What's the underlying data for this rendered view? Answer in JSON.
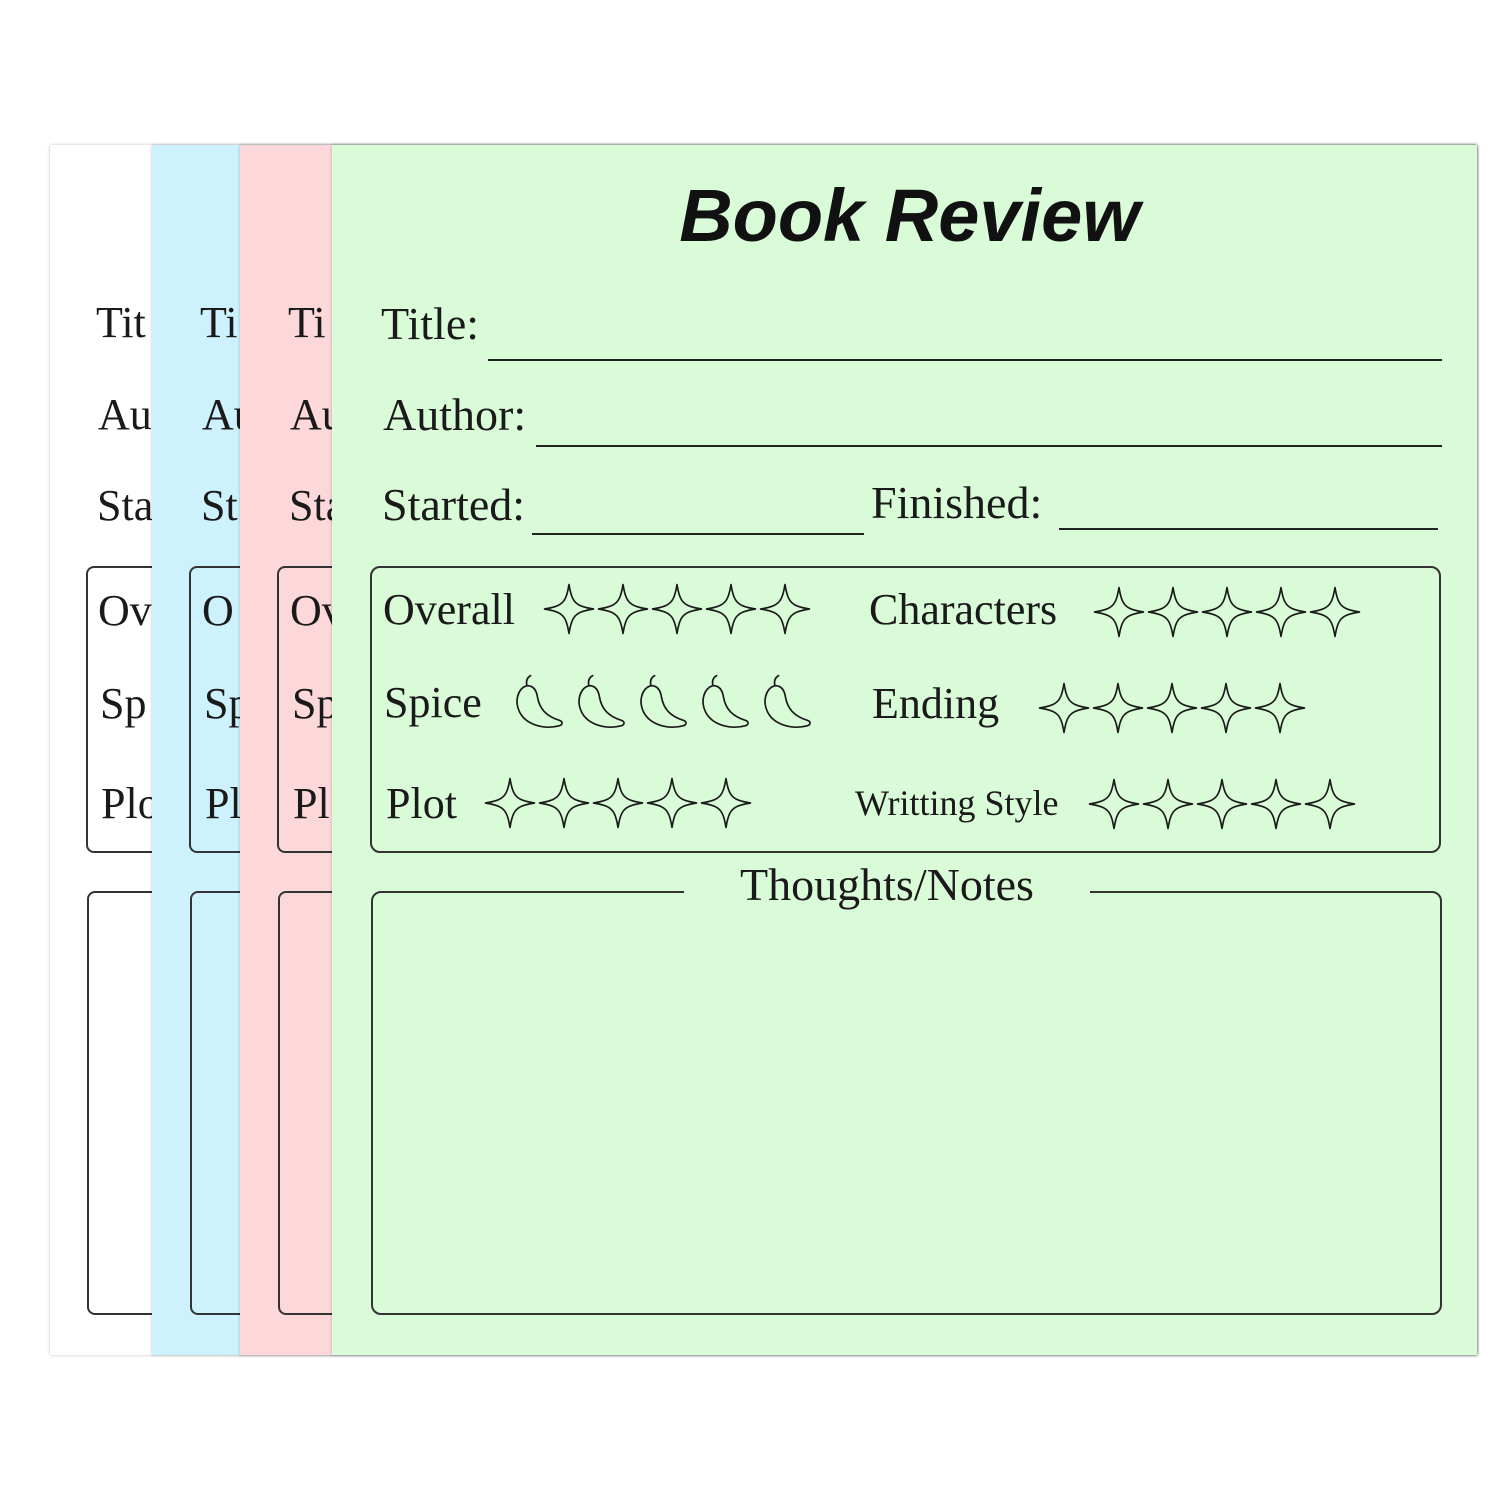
{
  "sheets": {
    "white": {
      "color": "#ffffff"
    },
    "blue": {
      "color": "#cdf2fd"
    },
    "pink": {
      "color": "#fdd8da"
    },
    "green": {
      "color": "#d9fbd7"
    }
  },
  "peek": {
    "white": [
      "Tit",
      "Au",
      "Sta",
      "Ov",
      "Sp",
      "Plo"
    ],
    "blue": [
      "Ti",
      "Au",
      "St",
      "O",
      "Sp",
      "Pl"
    ],
    "pink": [
      "Ti",
      "Au",
      "Sta",
      "Ov",
      "Sp",
      "Pl"
    ]
  },
  "form": {
    "title": "Book Review",
    "fields": {
      "title_label": "Title:",
      "author_label": "Author:",
      "started_label": "Started:",
      "finished_label": "Finished:"
    },
    "ratings": [
      {
        "label": "Overall",
        "icon": "star-icon",
        "count": 5
      },
      {
        "label": "Characters",
        "icon": "star-icon",
        "count": 5
      },
      {
        "label": "Spice",
        "icon": "pepper-icon",
        "count": 5
      },
      {
        "label": "Ending",
        "icon": "star-icon",
        "count": 5
      },
      {
        "label": "Plot",
        "icon": "star-icon",
        "count": 5
      },
      {
        "label": "Writting Style",
        "icon": "star-icon",
        "count": 5
      }
    ],
    "notes_label": "Thoughts/Notes"
  }
}
